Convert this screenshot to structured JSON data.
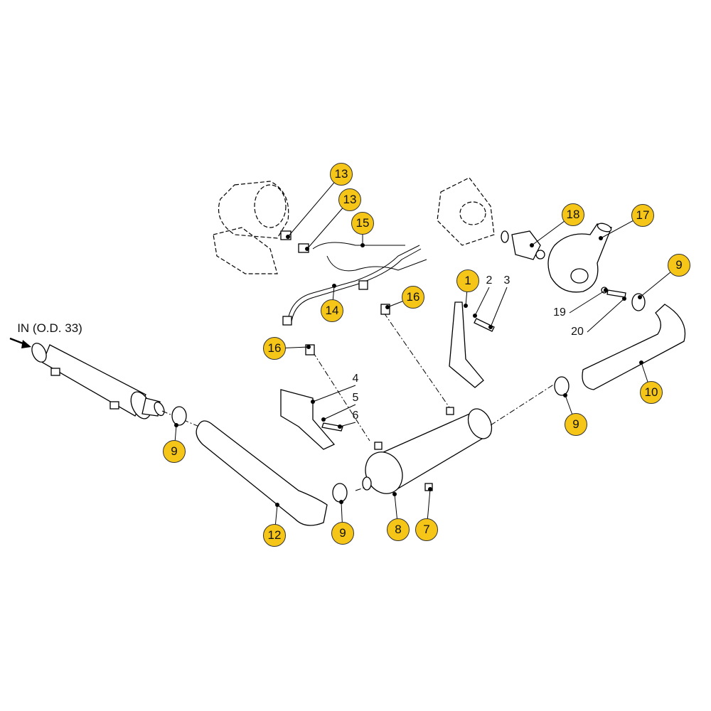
{
  "colors": {
    "callout_fill": "#f5c518",
    "line": "#000000"
  },
  "inlet_label": "IN (O.D. 33)",
  "callouts": [
    "13",
    "13",
    "15",
    "18",
    "17",
    "9",
    "1",
    "14",
    "16",
    "16",
    "10",
    "9",
    "9",
    "12",
    "9",
    "8",
    "7"
  ],
  "plain_labels": [
    "2",
    "3",
    "4",
    "5",
    "6",
    "19",
    "20"
  ]
}
